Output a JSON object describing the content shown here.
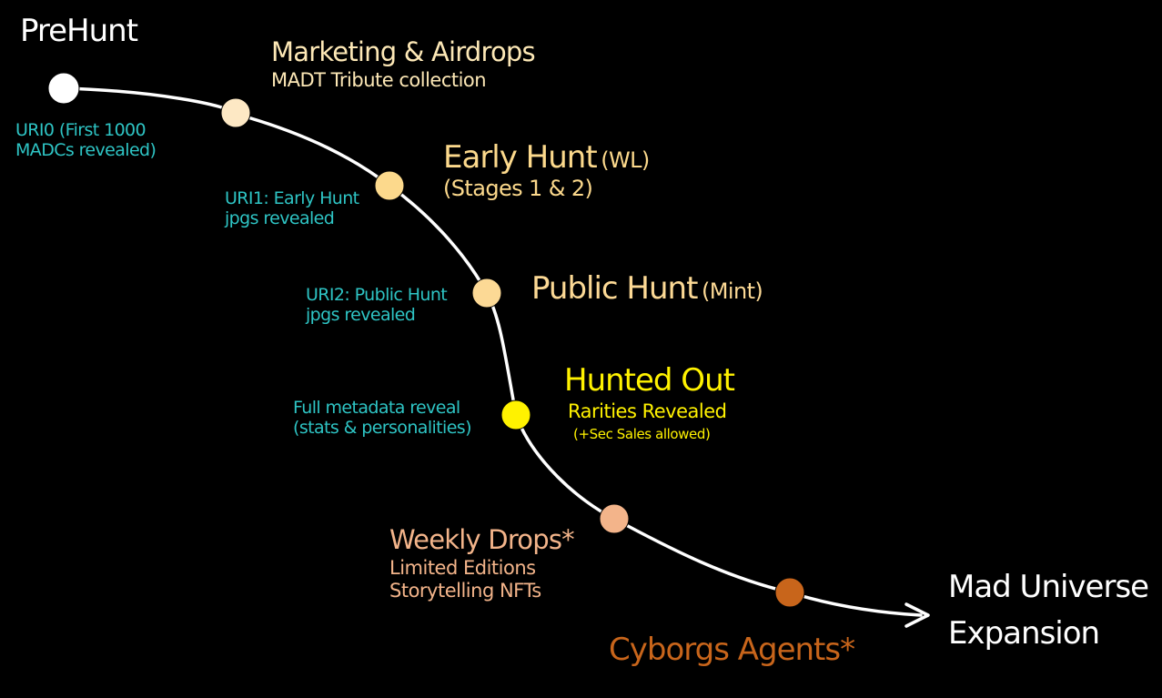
{
  "colors": {
    "background": "#000000",
    "path": "#ffffff",
    "uri": "#2ec4c4",
    "phase_cream": "#fde8b6",
    "phase_yellow": "#fff200",
    "phase_peach": "#f3b48a",
    "phase_orange": "#c8651b",
    "white_text": "#ffffff"
  },
  "milestones": [
    {
      "id": "prehunt",
      "color": "#ffffff"
    },
    {
      "id": "marketing",
      "color": "#fde8c4"
    },
    {
      "id": "early-hunt",
      "color": "#fcd98c"
    },
    {
      "id": "public-hunt",
      "color": "#fcd995"
    },
    {
      "id": "hunted-out",
      "color": "#fff200"
    },
    {
      "id": "weekly-drops",
      "color": "#f3b48a"
    },
    {
      "id": "cyborgs",
      "color": "#c8651b"
    }
  ],
  "labels": {
    "prehunt": "PreHunt",
    "uri0": {
      "line1": "URI0 (First 1000",
      "line2": "MADCs revealed)"
    },
    "marketing": {
      "title": "Marketing & Airdrops",
      "sub": "MADT Tribute collection"
    },
    "early_hunt": {
      "title": "Early Hunt",
      "tag": "(WL)",
      "sub": "(Stages 1 & 2)"
    },
    "uri1": {
      "line1": "URI1: Early Hunt",
      "line2": "jpgs revealed"
    },
    "public_hunt": {
      "title": "Public Hunt",
      "tag": "(Mint)"
    },
    "uri2": {
      "line1": "URI2: Public Hunt",
      "line2": "jpgs revealed"
    },
    "hunted_out": {
      "title": "Hunted Out",
      "sub": "Rarities Revealed",
      "note": "(+Sec Sales allowed)"
    },
    "full_metadata": {
      "line1": "Full metadata reveal",
      "line2": "(stats & personalities)"
    },
    "weekly_drops": {
      "title": "Weekly Drops*",
      "sub1": "Limited Editions",
      "sub2": "Storytelling NFTs"
    },
    "cyborgs": "Cyborgs Agents*",
    "expansion": {
      "line1": "Mad Universe",
      "line2": "Expansion"
    }
  }
}
